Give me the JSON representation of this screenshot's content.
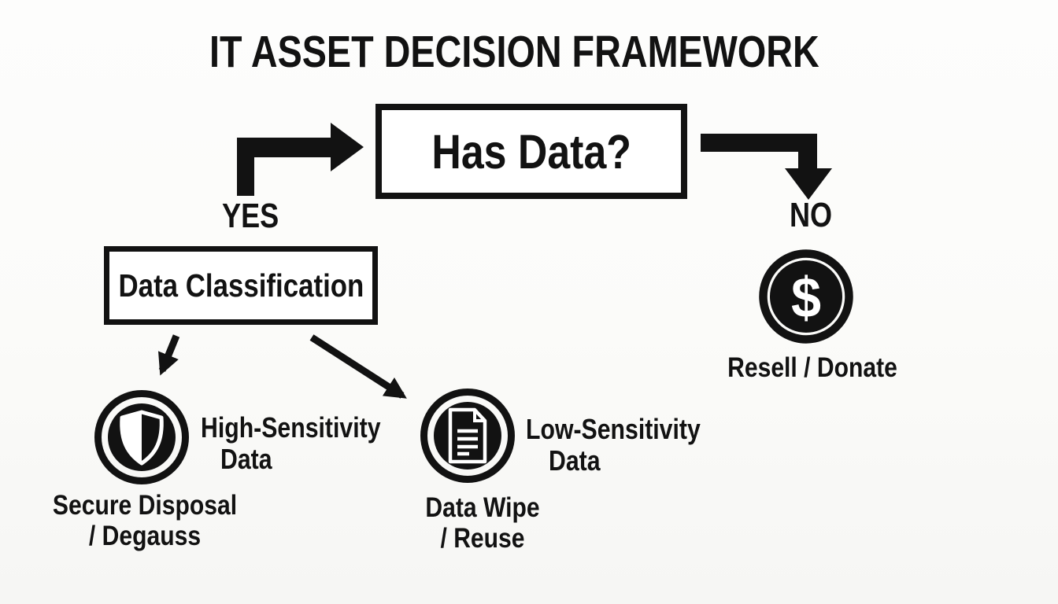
{
  "title": "IT ASSET DECISION FRAMEWORK",
  "decision_box": {
    "label": "Has Data?"
  },
  "branch_labels": {
    "yes": "YES",
    "no": "NO"
  },
  "classification_box": {
    "label": "Data Classification"
  },
  "outcomes": {
    "high_sensitivity": {
      "icon": "shield-icon",
      "category_line1": "High-Sensitivity",
      "category_line2": "Data",
      "action_line1": "Secure Disposal",
      "action_line2": "/ Degauss"
    },
    "low_sensitivity": {
      "icon": "document-icon",
      "category_line1": "Low-Sensitivity",
      "category_line2": "Data",
      "action_line1": "Data Wipe",
      "action_line2": "/ Reuse"
    },
    "no_data": {
      "icon": "dollar-icon",
      "symbol": "$",
      "action": "Resell / Donate"
    }
  },
  "colors": {
    "ink": "#121212",
    "background": "#fbfbf9",
    "box_fill": "#ffffff"
  }
}
